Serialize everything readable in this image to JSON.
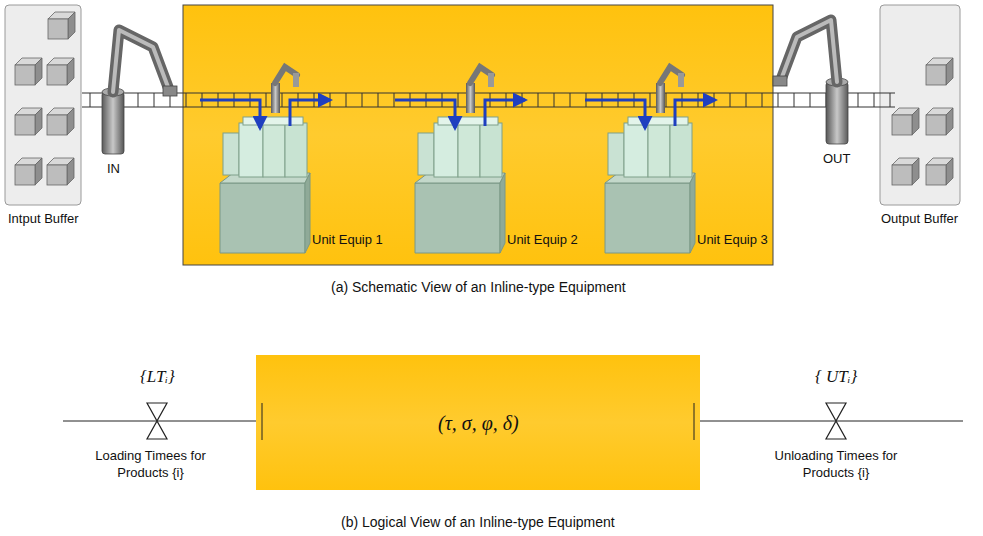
{
  "diagram": {
    "nodes": [
      {
        "text": [
          "Intput Buffer"
        ]
      },
      {
        "text": [
          "Unit Equip 1"
        ]
      },
      {
        "text": [
          "Unit Equip 2"
        ]
      },
      {
        "text": [
          "Unit Equip 3"
        ]
      },
      {
        "text": [
          "Output Buffer"
        ]
      },
      {
        "text": [
          "(τ, σ, φ, δ)"
        ]
      }
    ],
    "labels": [
      "IN",
      "OUT",
      "(a) Schematic View of an Inline-type Equipment",
      "{LTᵢ}",
      "{ UTᵢ}",
      "Loading Timees for Products {i}",
      "Unloading Timees for Products {i}",
      "(b) Logical View of an Inline-type Equipment"
    ]
  }
}
